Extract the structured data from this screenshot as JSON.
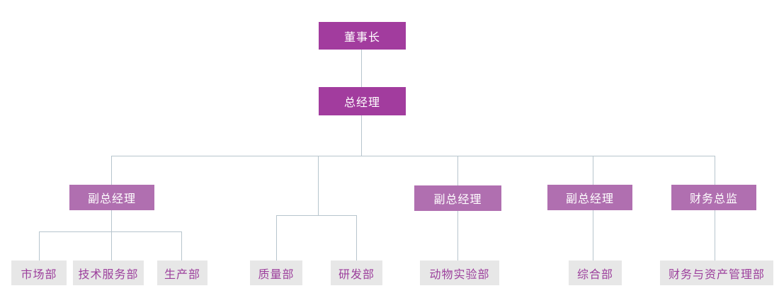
{
  "org": {
    "chairman": "董事长",
    "general_manager": "总经理",
    "branches": [
      {
        "manager": "副总经理",
        "departments": [
          "市场部",
          "技术服务部",
          "生产部"
        ]
      },
      {
        "manager": "",
        "departments": [
          "质量部",
          "研发部"
        ]
      },
      {
        "manager": "副总经理",
        "departments": [
          "动物实验部"
        ]
      },
      {
        "manager": "副总经理",
        "departments": [
          "综合部"
        ]
      },
      {
        "manager": "财务总监",
        "departments": [
          "财务与资产管理部"
        ]
      }
    ]
  },
  "colors": {
    "executive_box": "#A23C9E",
    "manager_box": "#B06FB0",
    "department_box": "#E7E7E7",
    "department_text": "#9C3F9C",
    "connector_line": "#B7C5CD",
    "node_text": "#FFFFFF",
    "background": "#FFFFFF"
  }
}
